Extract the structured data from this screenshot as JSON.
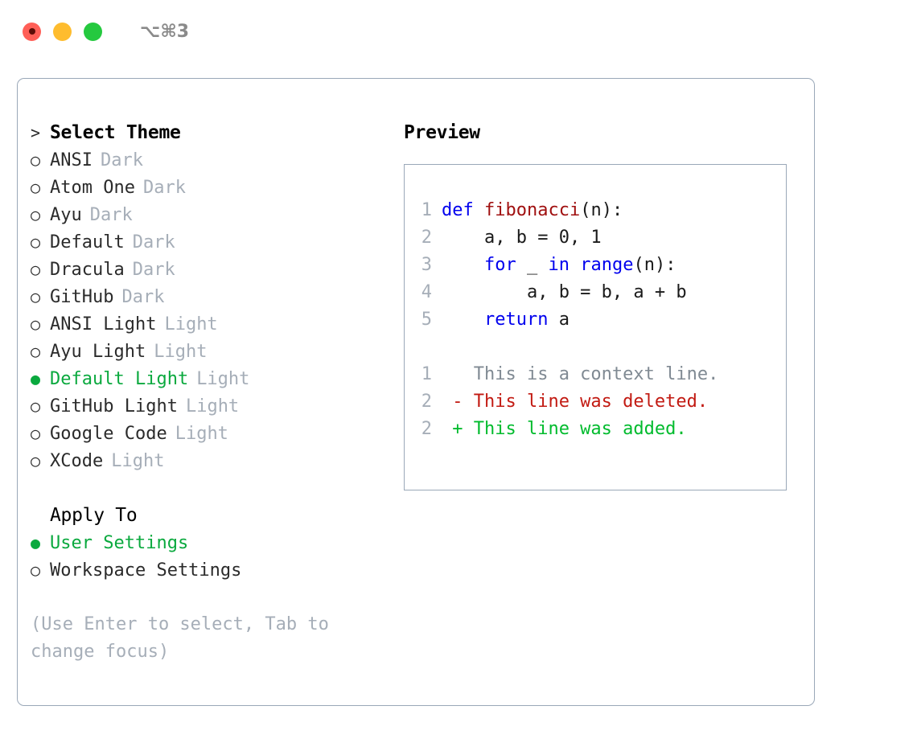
{
  "window": {
    "shortcut": "⌥⌘3",
    "traffic_lights": [
      {
        "name": "close",
        "color": "#ff5f57"
      },
      {
        "name": "minimize",
        "color": "#febc2e"
      },
      {
        "name": "maximize",
        "color": "#25c93f"
      }
    ]
  },
  "colors": {
    "accent_green": "#0aa93e",
    "muted_gray": "#a6aeb8",
    "border": "#9aa8b8",
    "text": "#2b2b2b",
    "keyword_blue": "#0000ee",
    "function_red": "#a01010",
    "diff_delete": "#c21a12",
    "diff_add": "#00bb2d"
  },
  "theme_picker": {
    "header_marker": ">",
    "header_label": "Select Theme",
    "items": [
      {
        "marker": "○",
        "name": "ANSI",
        "tag": "Dark",
        "selected": false
      },
      {
        "marker": "○",
        "name": "Atom One",
        "tag": "Dark",
        "selected": false
      },
      {
        "marker": "○",
        "name": "Ayu",
        "tag": "Dark",
        "selected": false
      },
      {
        "marker": "○",
        "name": "Default",
        "tag": "Dark",
        "selected": false
      },
      {
        "marker": "○",
        "name": "Dracula",
        "tag": "Dark",
        "selected": false
      },
      {
        "marker": "○",
        "name": "GitHub",
        "tag": "Dark",
        "selected": false
      },
      {
        "marker": "○",
        "name": "ANSI Light",
        "tag": "Light",
        "selected": false
      },
      {
        "marker": "○",
        "name": "Ayu Light",
        "tag": "Light",
        "selected": false
      },
      {
        "marker": "●",
        "name": "Default Light",
        "tag": "Light",
        "selected": true
      },
      {
        "marker": "○",
        "name": "GitHub Light",
        "tag": "Light",
        "selected": false
      },
      {
        "marker": "○",
        "name": "Google Code",
        "tag": "Light",
        "selected": false
      },
      {
        "marker": "○",
        "name": "XCode",
        "tag": "Light",
        "selected": false
      }
    ]
  },
  "apply_to": {
    "header_label": "Apply To",
    "options": [
      {
        "marker": "●",
        "name": "User Settings",
        "selected": true
      },
      {
        "marker": "○",
        "name": "Workspace Settings",
        "selected": false
      }
    ]
  },
  "hint": "(Use Enter to select, Tab to change focus)",
  "preview": {
    "title": "Preview",
    "code_lines": [
      {
        "num": "1",
        "tokens": [
          {
            "t": "def",
            "c": "kw"
          },
          {
            "t": " ",
            "c": "pl"
          },
          {
            "t": "fibonacci",
            "c": "fn"
          },
          {
            "t": "(n):",
            "c": "pl"
          }
        ]
      },
      {
        "num": "2",
        "tokens": [
          {
            "t": "    a, b = 0, 1",
            "c": "pl"
          }
        ]
      },
      {
        "num": "3",
        "tokens": [
          {
            "t": "    ",
            "c": "pl"
          },
          {
            "t": "for",
            "c": "kw"
          },
          {
            "t": " _ ",
            "c": "pl"
          },
          {
            "t": "in",
            "c": "kw"
          },
          {
            "t": " ",
            "c": "pl"
          },
          {
            "t": "range",
            "c": "kw"
          },
          {
            "t": "(n):",
            "c": "pl"
          }
        ]
      },
      {
        "num": "4",
        "tokens": [
          {
            "t": "        a, b = b, a + b",
            "c": "pl"
          }
        ]
      },
      {
        "num": "5",
        "tokens": [
          {
            "t": "    ",
            "c": "pl"
          },
          {
            "t": "return",
            "c": "kw"
          },
          {
            "t": " a",
            "c": "pl"
          }
        ]
      }
    ],
    "diff_lines": [
      {
        "num": "1",
        "tokens": [
          {
            "t": "   This is a context line.",
            "c": "ctx"
          }
        ]
      },
      {
        "num": "2",
        "tokens": [
          {
            "t": " - This line was deleted.",
            "c": "del"
          }
        ]
      },
      {
        "num": "2",
        "tokens": [
          {
            "t": " + This line was added.",
            "c": "add"
          }
        ]
      }
    ]
  }
}
